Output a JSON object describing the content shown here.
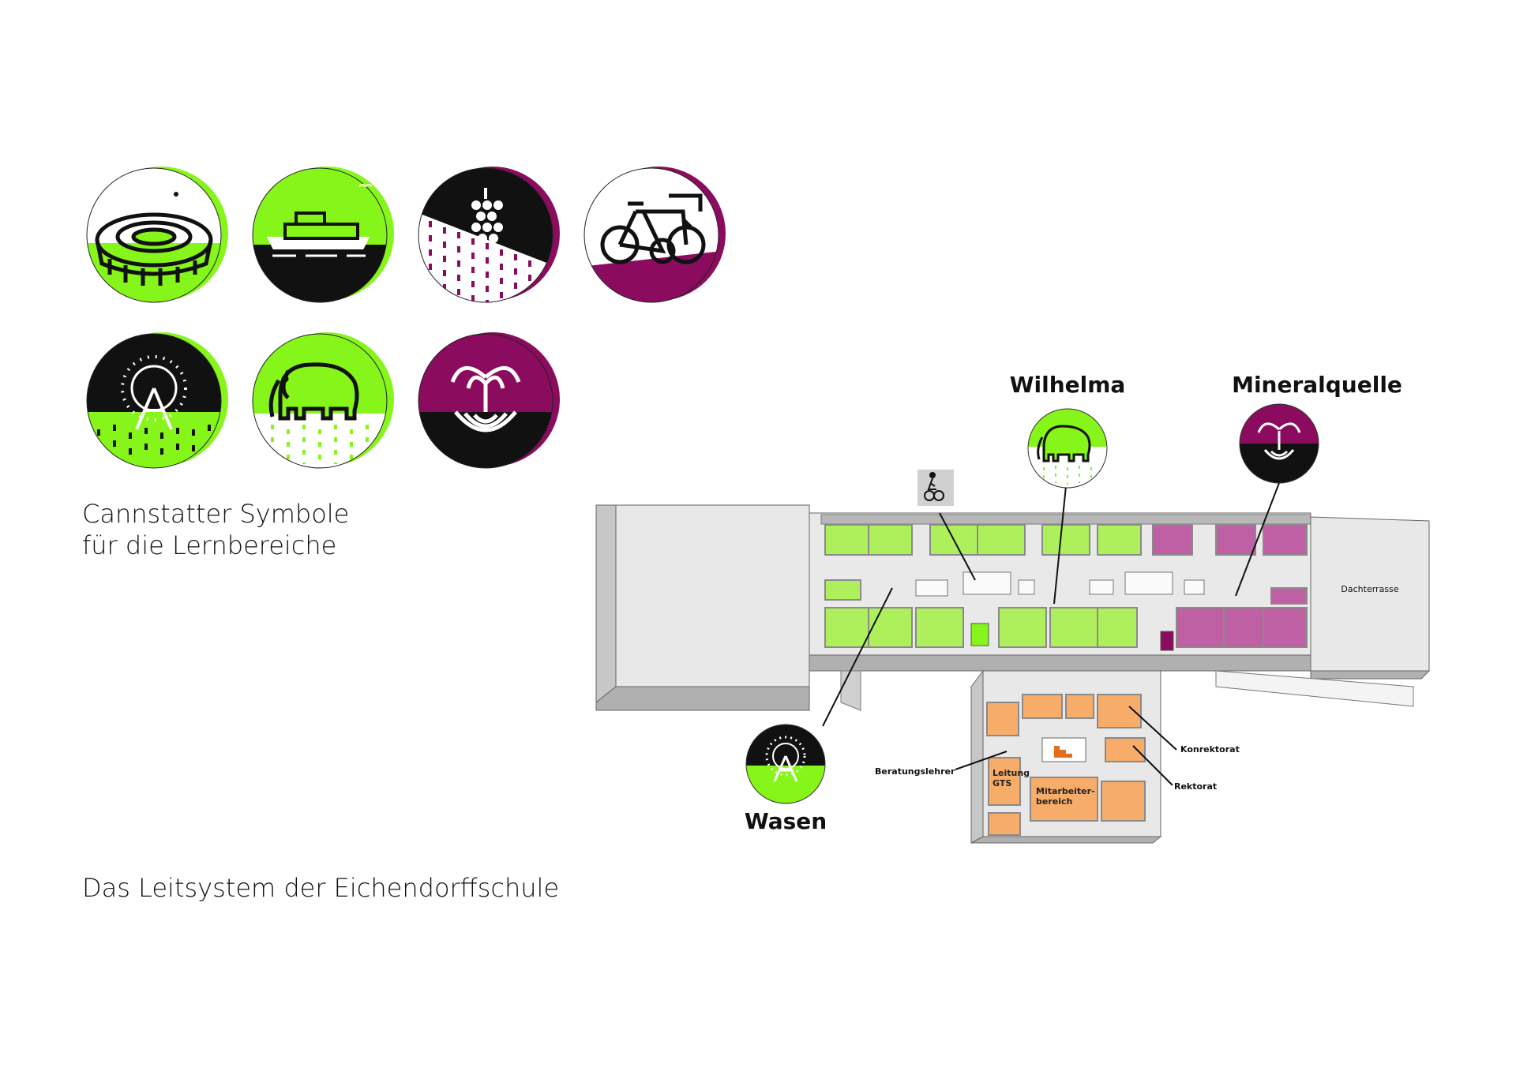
{
  "captions": {
    "symbols_line1": "Cannstatter Symbole",
    "symbols_line2": "für die Lernbereiche",
    "system": "Das Leitsystem der Eichendorffschule"
  },
  "symbols": [
    {
      "icon": "stadium-icon",
      "scheme": "green-white"
    },
    {
      "icon": "ship-icon",
      "scheme": "green-black"
    },
    {
      "icon": "grapes-icon",
      "scheme": "black-purple"
    },
    {
      "icon": "bicycle-icon",
      "scheme": "white-purple"
    },
    {
      "icon": "ferris-wheel-icon",
      "scheme": "black-green"
    },
    {
      "icon": "elephant-icon",
      "scheme": "green-white"
    },
    {
      "icon": "fountain-icon",
      "scheme": "purple-black"
    }
  ],
  "areas": {
    "wilhelma": "Wilhelma",
    "mineralquelle": "Mineralquelle",
    "wasen": "Wasen"
  },
  "rooms": {
    "dachterrasse": "Dachterrasse",
    "beratungslehrer": "Beratungslehrer",
    "leitung_1": "Leitung",
    "leitung_2": "GTS",
    "mitarbeiter_1": "Mitarbeiter-",
    "mitarbeiter_2": "bereich",
    "konrektorat": "Konrektorat",
    "rektorat": "Rektorat"
  },
  "colors": {
    "green": "#86f51a",
    "light_green": "#aef05c",
    "purple": "#8b0b5e",
    "room_purple": "#c060a4",
    "orange": "#f8ac6a",
    "black": "#111111",
    "wall": "#a8a8a8",
    "floor": "#e9e9e9"
  }
}
